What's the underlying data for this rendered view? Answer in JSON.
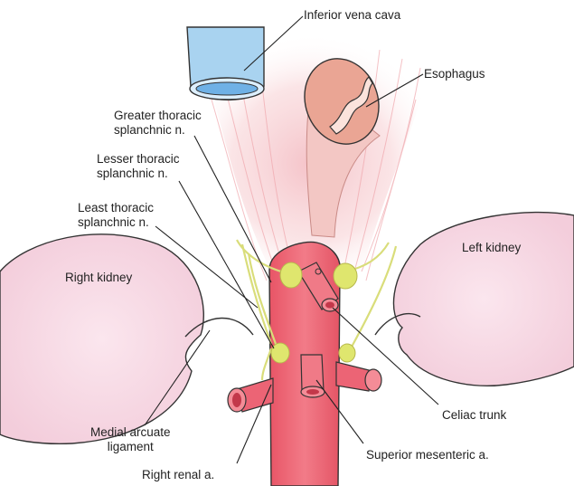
{
  "labels": {
    "ivc": "Inferior vena cava",
    "esophagus": "Esophagus",
    "greater_l1": "Greater thoracic",
    "greater_l2": "splanchnic n.",
    "lesser_l1": "Lesser thoracic",
    "lesser_l2": "splanchnic n.",
    "least_l1": "Least thoracic",
    "least_l2": "splanchnic n.",
    "right_kidney": "Right  kidney",
    "left_kidney": "Left  kidney",
    "medial_l1": "Medial arcuate",
    "medial_l2": "ligament",
    "right_renal": "Right renal a.",
    "celiac": "Celiac trunk",
    "sma": "Superior mesenteric a."
  },
  "colors": {
    "kidney": "#f6d9e3",
    "aorta": "#ef6b79",
    "ganglion": "#dfe66e",
    "ivc": "#a9d3f0",
    "esophagus": "#eaa594",
    "line": "#222222"
  }
}
